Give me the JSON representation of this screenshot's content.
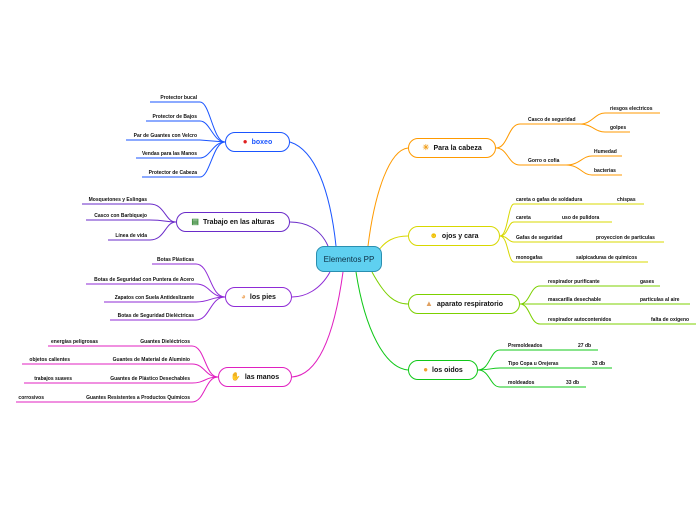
{
  "central": "Elementos PP",
  "colors": {
    "boxeo": "#1a55ff",
    "trabajo": "#6a2bc9",
    "pies": "#8f2bd6",
    "manos": "#e020c0",
    "cabeza": "#ff9a00",
    "ojos": "#d8d800",
    "aparato": "#7cd000",
    "oidos": "#10c818",
    "central_fill": "#5fd0f0"
  },
  "topics": {
    "boxeo": {
      "label": "boxeo",
      "icon": "boxing-glove-icon",
      "items": [
        "Protector bucal",
        "Protector de Bajos",
        "Par de Guantes con Velcro",
        "Vendas para las Manos",
        "Protector de Cabeza"
      ]
    },
    "trabajo": {
      "label": "Trabajo en las alturas",
      "icon": "chart-icon",
      "items": [
        "Mosquetones y Eslingas",
        "Casco con Barbiquejo",
        "Línea de vida"
      ]
    },
    "pies": {
      "label": "los pies",
      "icon": "foot-icon",
      "items": [
        "Botas Plásticas",
        "Botas de Seguridad con Puntera de Acero",
        "Zapatos con Suela Antideslizante",
        "Botas de Seguridad Dieléctricas"
      ]
    },
    "manos": {
      "label": "las manos",
      "icon": "hand-icon",
      "items": [
        {
          "label": "Guantes Dieléctricos",
          "note": "energías peligrosas"
        },
        {
          "label": "Guantes de Material de Aluminio",
          "note": "objetos calientes"
        },
        {
          "label": "Guantes de Plástico Desechables",
          "note": "trabajos suaves"
        },
        {
          "label": "Guantes Resistentes a Productos Químicos",
          "note": "corrosivos"
        }
      ]
    },
    "cabeza": {
      "label": "Para la cabeza",
      "icon": "head-icon",
      "items": [
        {
          "label": "Casco de seguridad",
          "subs": [
            "riesgos electricos",
            "golpes"
          ]
        },
        {
          "label": "Gorro o cofia",
          "subs": [
            "Humedad",
            "bacterias"
          ]
        }
      ]
    },
    "ojos": {
      "label": "ojos y cara",
      "icon": "face-icon",
      "items": [
        {
          "label": "careta o gafas de soldadura",
          "note": "chispas"
        },
        {
          "label": "careta",
          "note": "uso de pulidora"
        },
        {
          "label": "Gafas de seguridad",
          "note": "proyeccion de particulas"
        },
        {
          "label": "monogafas",
          "note": "salpicaduras de quimicos"
        }
      ]
    },
    "aparato": {
      "label": "aparato respiratorio",
      "icon": "nose-icon",
      "items": [
        {
          "label": "respirador purificante",
          "note": "gases"
        },
        {
          "label": "mascarilla desechable",
          "note": "particulas al aire"
        },
        {
          "label": "respirador autocontenidos",
          "note": "falta de oxigeno"
        }
      ]
    },
    "oidos": {
      "label": "los oidos",
      "icon": "ear-icon",
      "items": [
        {
          "label": "Premoldeados",
          "note": "27 db"
        },
        {
          "label": "Tipo Copa u Orejeras",
          "note": "33 db"
        },
        {
          "label": "moldeados",
          "note": "33 db"
        }
      ]
    }
  }
}
